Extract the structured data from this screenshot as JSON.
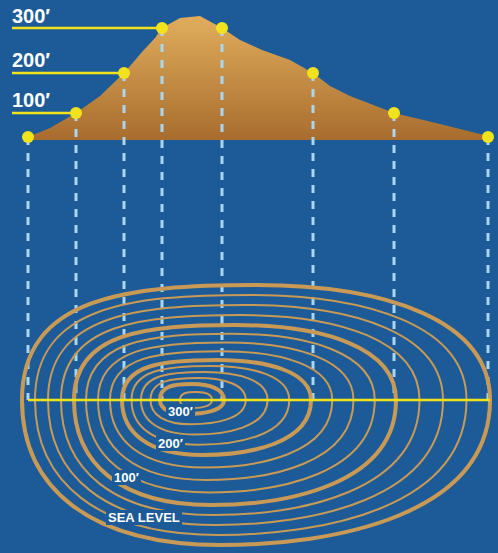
{
  "diagram": {
    "labels": [
      "300′",
      "200′",
      "100′",
      "300′",
      "200′",
      "100′",
      "SEA LEVEL"
    ]
  }
}
